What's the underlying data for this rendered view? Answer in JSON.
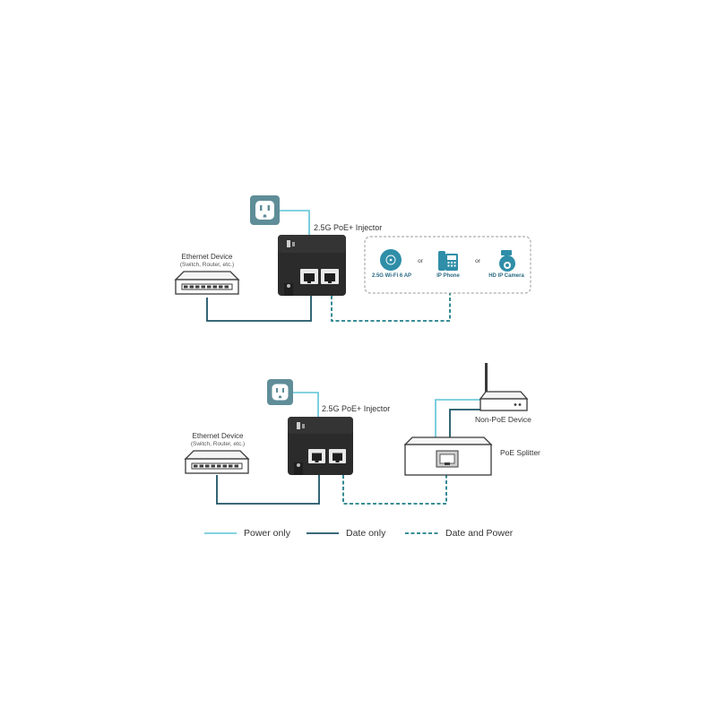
{
  "diagram1": {
    "injector_label": "2.5G PoE+ Injector",
    "ethernet_title": "Ethernet Device",
    "ethernet_sub": "(Switch, Router, etc.)",
    "devices": [
      {
        "label": "2.5G Wi-Fi 6 AP",
        "icon": "access-point-icon"
      },
      {
        "label": "IP Phone",
        "icon": "ip-phone-icon"
      },
      {
        "label": "HD IP Camera",
        "icon": "ip-camera-icon"
      }
    ],
    "or_label": "or"
  },
  "diagram2": {
    "injector_label": "2.5G PoE+ Injector",
    "ethernet_title": "Ethernet Device",
    "ethernet_sub": "(Switch, Router, etc.)",
    "non_poe_label": "Non-PoE Device",
    "splitter_label": "PoE Splitter"
  },
  "legend": [
    {
      "label": "Power only",
      "style": "solid",
      "color": "#5cc3d6"
    },
    {
      "label": "Date only",
      "style": "solid",
      "color": "#1e5566"
    },
    {
      "label": "Date and Power",
      "style": "dashed",
      "color": "#1e7e86"
    }
  ],
  "colors": {
    "power": "#5cc3d6",
    "data": "#1e5566",
    "data_power": "#1e7e86",
    "outlet": "#5f8d98",
    "injector": "#2b2b2b"
  }
}
